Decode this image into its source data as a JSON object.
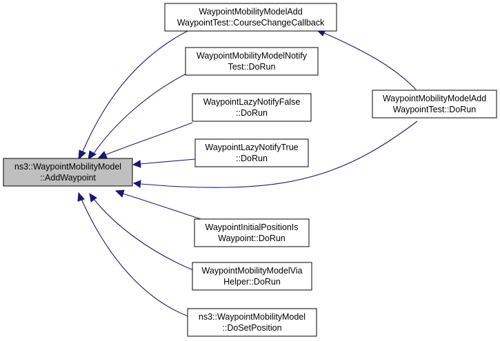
{
  "nodes": {
    "main": {
      "lines": [
        "ns3::WaypointMobilityModel",
        "::AddWaypoint"
      ]
    },
    "course_change": {
      "lines": [
        "WaypointMobilityModelAdd",
        "WaypointTest::CourseChangeCallback"
      ]
    },
    "notify_test": {
      "lines": [
        "WaypointMobilityModelNotify",
        "Test::DoRun"
      ]
    },
    "lazy_false": {
      "lines": [
        "WaypointLazyNotifyFalse",
        "::DoRun"
      ]
    },
    "lazy_true": {
      "lines": [
        "WaypointLazyNotifyTrue",
        "::DoRun"
      ]
    },
    "add_test": {
      "lines": [
        "WaypointMobilityModelAdd",
        "WaypointTest::DoRun"
      ]
    },
    "initial_pos": {
      "lines": [
        "WaypointInitialPositionIs",
        "Waypoint::DoRun"
      ]
    },
    "via_helper": {
      "lines": [
        "WaypointMobilityModelVia",
        "Helper::DoRun"
      ]
    },
    "set_position": {
      "lines": [
        "ns3::WaypointMobilityModel",
        "::DoSetPosition"
      ]
    }
  },
  "edges": [
    {
      "from": "course_change",
      "to": "main"
    },
    {
      "from": "notify_test",
      "to": "main"
    },
    {
      "from": "lazy_false",
      "to": "main"
    },
    {
      "from": "lazy_true",
      "to": "main"
    },
    {
      "from": "add_test",
      "to": "main"
    },
    {
      "from": "initial_pos",
      "to": "main"
    },
    {
      "from": "via_helper",
      "to": "main"
    },
    {
      "from": "set_position",
      "to": "main"
    },
    {
      "from": "add_test",
      "to": "course_change"
    }
  ],
  "colors": {
    "edge": "#191970",
    "focus_fill": "#bfbfbf",
    "node_fill": "#ffffff",
    "border": "#000000"
  }
}
